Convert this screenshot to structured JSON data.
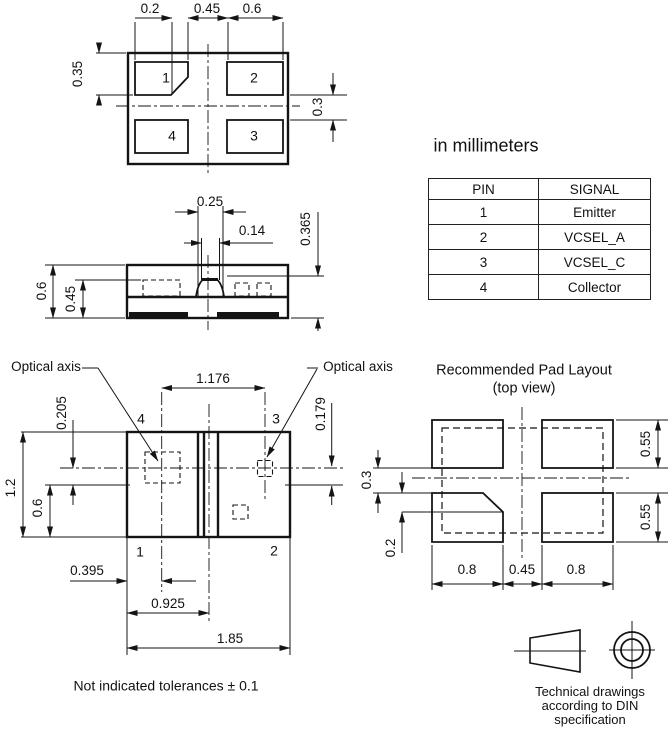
{
  "units_note": "in millimeters",
  "pin_table": {
    "headers": [
      "PIN",
      "SIGNAL"
    ],
    "rows": [
      [
        "1",
        "Emitter"
      ],
      [
        "2",
        "VCSEL_A"
      ],
      [
        "3",
        "VCSEL_C"
      ],
      [
        "4",
        "Collector"
      ]
    ]
  },
  "top_view": {
    "pad_labels": {
      "p1": "1",
      "p2": "2",
      "p3": "3",
      "p4": "4"
    },
    "dims": {
      "chamfer_offset": "0.2",
      "pad_gap": "0.45",
      "pad_width": "0.6",
      "pad_height": "0.35",
      "row_gap": "0.3"
    }
  },
  "side_view": {
    "dims": {
      "lens_base": "0.25",
      "aperture": "0.14",
      "lens_height": "0.365",
      "body_height": "0.6",
      "inner_height": "0.45"
    }
  },
  "bottom_view": {
    "pad_labels": {
      "p1": "1",
      "p2": "2",
      "p3": "3",
      "p4": "4"
    },
    "optical_axis_left": "Optical axis",
    "optical_axis_right": "Optical axis",
    "dims": {
      "axis_pitch": "1.176",
      "axis_offset_left": "0.205",
      "body_height": "1.2",
      "edge_height": "0.6",
      "axis_offset_right": "0.179",
      "axis_from_edge": "0.395",
      "half_width": "0.925",
      "body_width": "1.85"
    },
    "tolerance_note": "Not indicated tolerances ± 0.1"
  },
  "pad_layout": {
    "title": "Recommended Pad Layout",
    "subtitle": "(top view)",
    "dims": {
      "row_gap": "0.3",
      "chamfer": "0.2",
      "pad_height_top": "0.55",
      "pad_height_bottom": "0.55",
      "pad_width_left": "0.8",
      "pad_gap": "0.45",
      "pad_width_right": "0.8"
    }
  },
  "din_note": {
    "line1": "Technical drawings",
    "line2": "according to DIN",
    "line3": "specification"
  }
}
